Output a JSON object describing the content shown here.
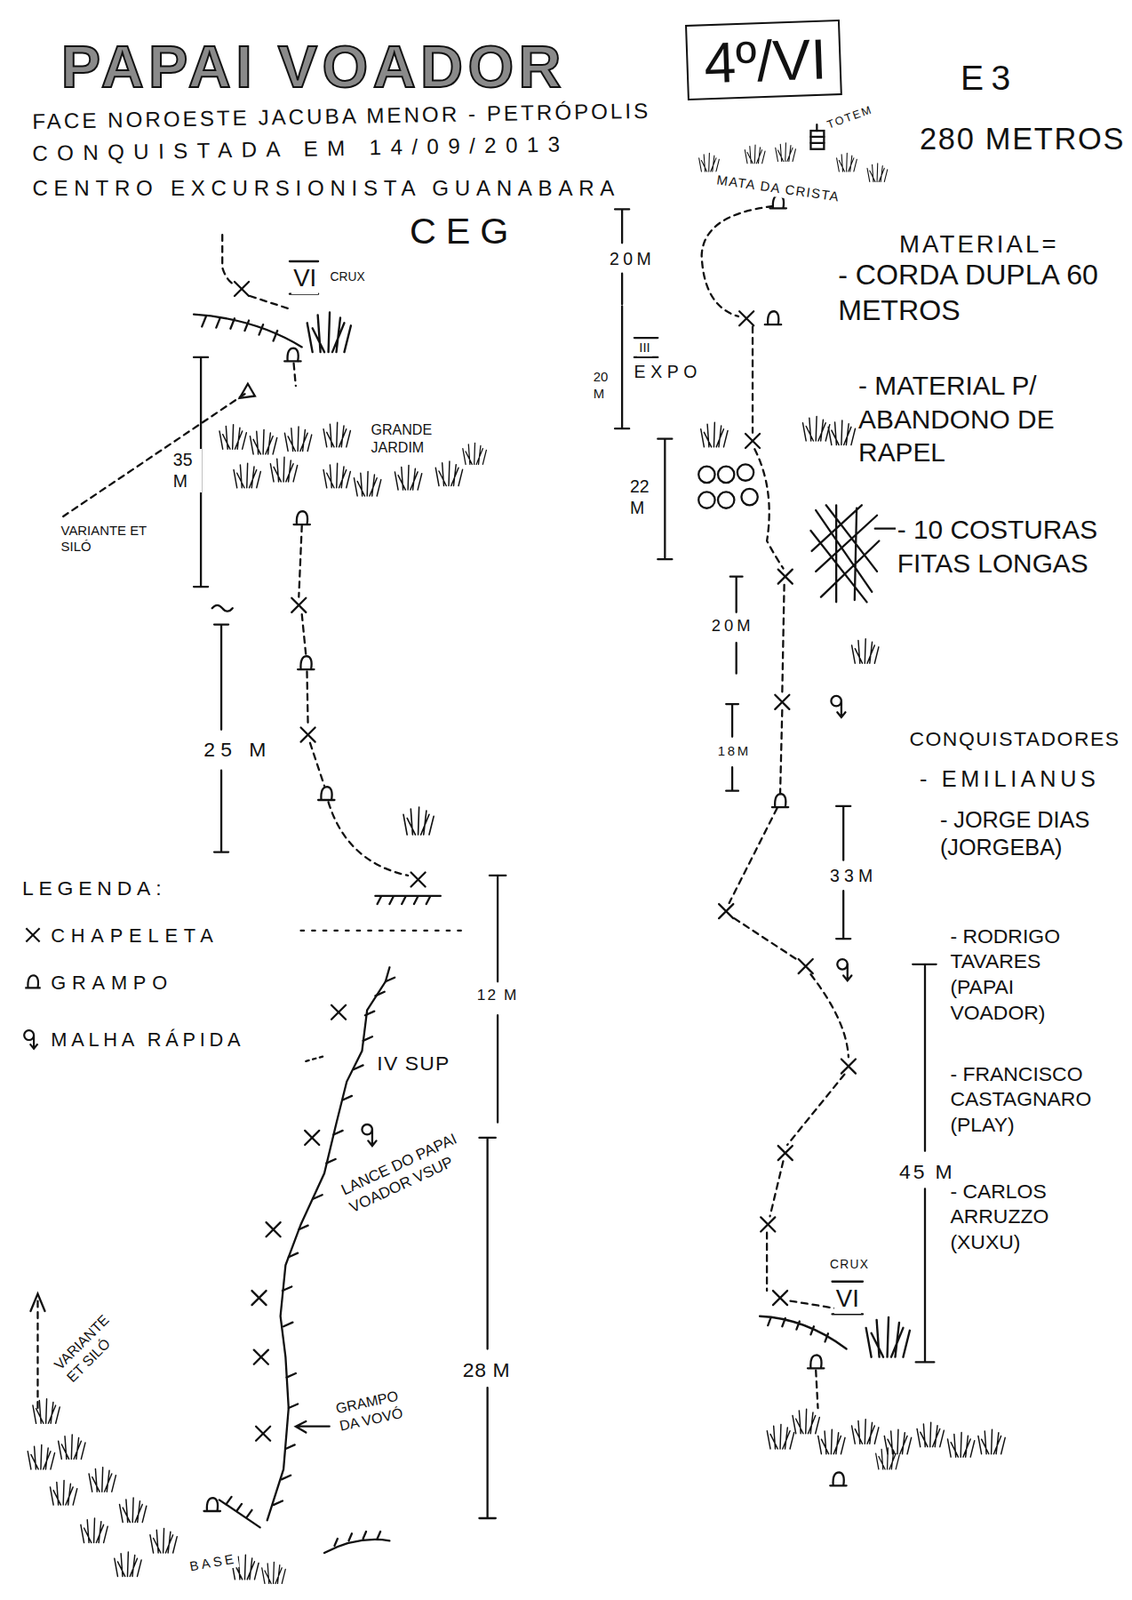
{
  "diagram": {
    "title": "PAPAI VOADOR",
    "nodes": [
      {
        "text": [
          "4º/VI"
        ]
      }
    ],
    "labels": [
      "FACE NOROESTE JACUBA MENOR - PETRÓPOLIS",
      "CONQUISTADA EM 14/09/2013",
      "CENTRO EXCURSIONISTA GUANABARA",
      "CEG",
      "E3",
      "280 METROS",
      "MATERIAL=",
      "- CORDA DUPLA 60 METROS",
      "- MATERIAL P/ ABANDONO DE RAPEL",
      "- 10 COSTURAS FITAS LONGAS",
      "CONQUISTADORES",
      "- EMILIANUS",
      "- JORGE DIAS (JORGEBA)",
      "- RODRIGO TAVARES (PAPAI VOADOR)",
      "- FRANCISCO CASTAGNARO (PLAY)",
      "- CARLOS ARRUZZO (XUXU)",
      "LEGENDA:",
      "VI",
      "CRUX",
      "35 M",
      "GRANDE JARDIM",
      "VARIANTE ET SILÓ",
      "25 M",
      "12 M",
      "IV SUP",
      "LANCE DO PAPAI VOADOR VSUP",
      "28 M",
      "VARIANTE ET SILÓ",
      "GRAMPO DA VOVÓ",
      "BASE",
      "TOTEM",
      "MATA DA CRISTA",
      "20M",
      "III",
      "EXPO",
      "20 M",
      "22 M",
      "20M",
      "18M",
      "33M",
      "45 M",
      "CRUX",
      "VI"
    ],
    "legend": [
      {
        "text": "CHAPELETA"
      },
      {
        "text": "GRAMPO"
      },
      {
        "text": "MALHA RÁPIDA"
      }
    ]
  }
}
